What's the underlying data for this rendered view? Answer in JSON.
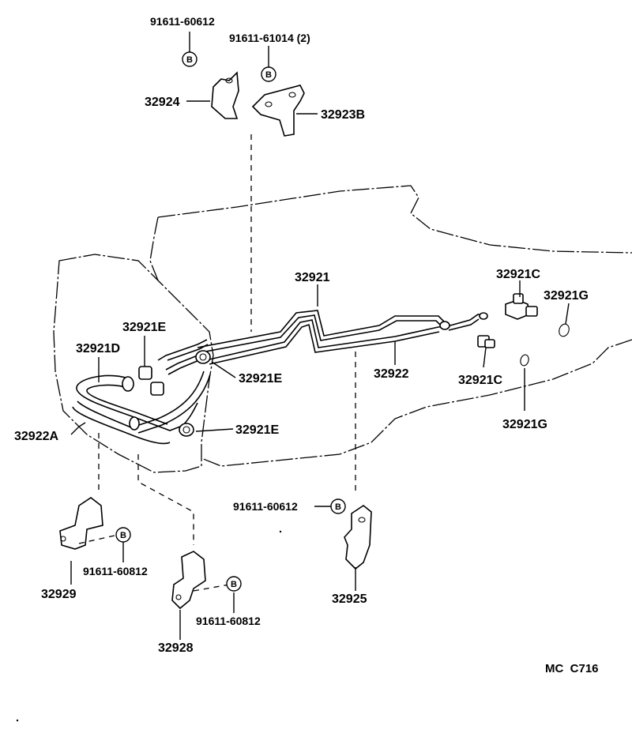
{
  "labels": {
    "p_91611_60612_top": "91611-60612",
    "p_91611_61014": "91611-61014 (2)",
    "p_32924": "32924",
    "p_32923B": "32923B",
    "p_32921": "32921",
    "p_32921C_top": "32921C",
    "p_32921G_top": "32921G",
    "p_32921E_top": "32921E",
    "p_32921D": "32921D",
    "p_32921E_mid": "32921E",
    "p_32922": "32922",
    "p_32921C_bot": "32921C",
    "p_32922A": "32922A",
    "p_32921E_low": "32921E",
    "p_32921G_bot": "32921G",
    "p_91611_60612_mid": "91611-60612",
    "p_91611_60812_left": "91611-60812",
    "p_32929": "32929",
    "p_32925": "32925",
    "p_91611_60812_right": "91611-60812",
    "p_32928": "32928",
    "ref_code": "MC  C716"
  },
  "bolt_marker": "B"
}
